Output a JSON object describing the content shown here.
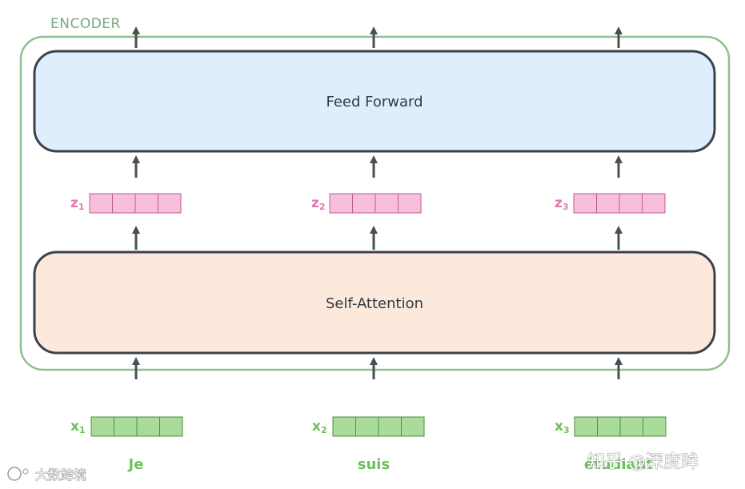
{
  "encoder": {
    "title": "ENCODER",
    "feed_forward_label": "Feed Forward",
    "self_attention_label": "Self-Attention"
  },
  "columns": [
    {
      "z_label": "z",
      "z_sub": "1",
      "x_label": "x",
      "x_sub": "1",
      "word": "Je"
    },
    {
      "z_label": "z",
      "z_sub": "2",
      "x_label": "x",
      "x_sub": "2",
      "word": "suis"
    },
    {
      "z_label": "z",
      "z_sub": "3",
      "x_label": "x",
      "x_sub": "3",
      "word": "étudiant"
    }
  ],
  "vector_cells": 4,
  "colors": {
    "encoder_border": "#8fbf8f",
    "encoder_title": "#7aa87a",
    "feed_forward_fill": "#deeefc",
    "self_attention_fill": "#fde8dc",
    "layer_border": "#3c424a",
    "z_cell_fill": "#f7bfdc",
    "z_cell_border": "#c45a8e",
    "x_cell_fill": "#a9dc9a",
    "x_cell_border": "#4d8f40",
    "arrow": "#4a4f55"
  },
  "watermarks": {
    "left": "大数跨境",
    "right": "知乎 @深度眸"
  }
}
